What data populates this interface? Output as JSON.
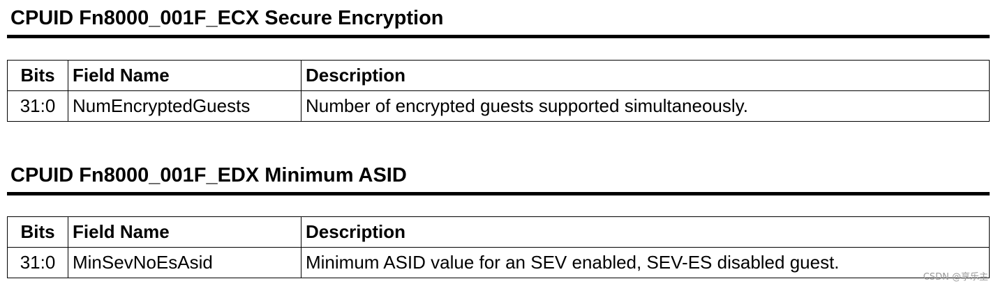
{
  "sections": [
    {
      "title": "CPUID Fn8000_001F_ECX Secure Encryption",
      "columns": [
        "Bits",
        "Field Name",
        "Description"
      ],
      "rows": [
        {
          "bits": "31:0",
          "field_name": "NumEncryptedGuests",
          "description": "Number of encrypted guests supported simultaneously."
        }
      ]
    },
    {
      "title": "CPUID Fn8000_001F_EDX Minimum ASID",
      "columns": [
        "Bits",
        "Field Name",
        "Description"
      ],
      "rows": [
        {
          "bits": "31:0",
          "field_name": "MinSevNoEsAsid",
          "description": "Minimum ASID value for an SEV enabled, SEV-ES disabled guest."
        }
      ]
    }
  ],
  "watermark": "CSDN @享乐主"
}
